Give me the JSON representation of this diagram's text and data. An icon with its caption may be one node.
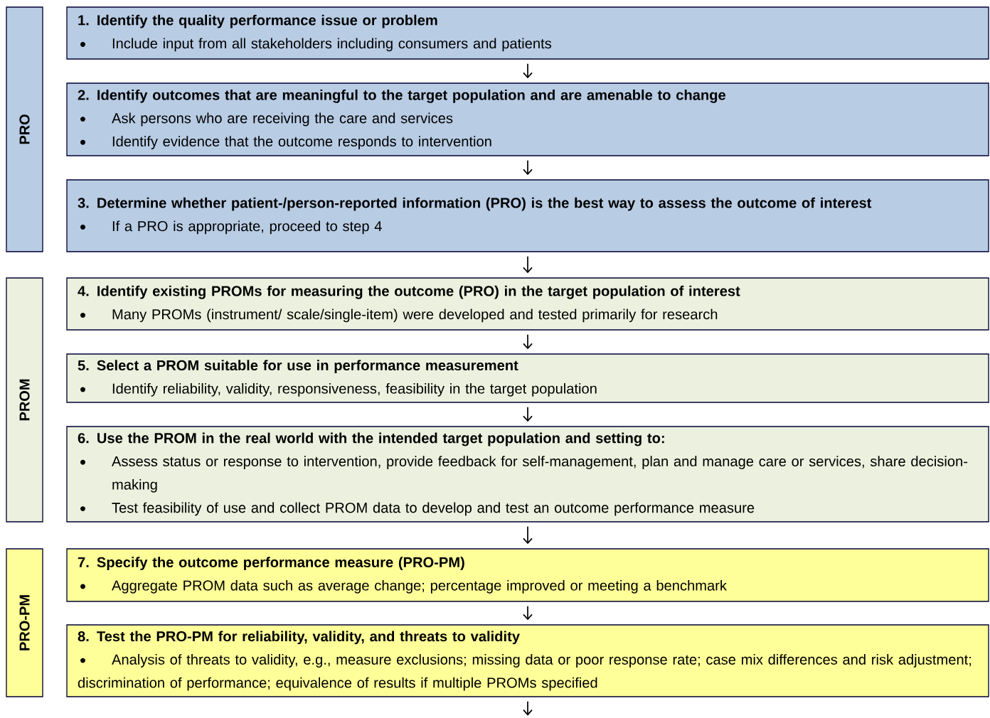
{
  "diagram": {
    "nodes": [
      {
        "text": [
          "PRO"
        ]
      },
      {
        "text": [
          "1. Identify the quality performance issue or problem",
          "Include input from all stakeholders including consumers and patients"
        ]
      },
      {
        "text": [
          "2. Identify outcomes that are meaningful to the target population and are amenable to change",
          "Ask persons who are receiving the care and services",
          "Identify evidence that the outcome responds to intervention"
        ]
      },
      {
        "text": [
          "3. Determine whether patient-/person-reported information (PRO) is the best way to assess the outcome of interest",
          "If a PRO is appropriate, proceed to step 4"
        ]
      },
      {
        "text": [
          "PROM"
        ]
      },
      {
        "text": [
          "4. Identify existing PROMs for measuring the outcome (PRO) in the target population of interest",
          "Many PROMs (instrument/ scale/single-item) were developed and tested primarily for research"
        ]
      },
      {
        "text": [
          "5. Select a PROM suitable for use in performance measurement",
          "Identify reliability, validity, responsiveness, feasibility in the target population"
        ]
      },
      {
        "text": [
          "6. Use the PROM in the real world with the intended target population and setting to:",
          "Assess status or response to intervention, provide feedback for self-management, plan and manage care or services, share decision-making",
          "Test feasibility of use and collect PROM data to develop and test an outcome performance measure"
        ]
      },
      {
        "text": [
          "PRO-PM"
        ]
      },
      {
        "text": [
          "7. Specify the outcome performance measure (PRO-PM)",
          "Aggregate PROM data such as average change; percentage improved or meeting a benchmark"
        ]
      },
      {
        "text": [
          "8. Test the PRO-PM for reliability, validity, and threats to validity",
          "Analysis of threats to validity, e.g., measure exclusions; missing data or poor response rate; case mix differences and risk adjustment; discrimination of performance; equivalence of results if multiple PROMs specified"
        ]
      }
    ],
    "edges": [
      {
        "from": 1,
        "to": 2,
        "arrow": "to"
      },
      {
        "from": 2,
        "to": 3,
        "arrow": "to"
      },
      {
        "from": 3,
        "to": 5,
        "arrow": "to"
      },
      {
        "from": 5,
        "to": 6,
        "arrow": "to"
      },
      {
        "from": 6,
        "to": 7,
        "arrow": "to"
      },
      {
        "from": 7,
        "to": 9,
        "arrow": "to"
      },
      {
        "from": 9,
        "to": 10,
        "arrow": "to"
      },
      {
        "from": 10,
        "to": null,
        "arrow": "to"
      }
    ]
  }
}
